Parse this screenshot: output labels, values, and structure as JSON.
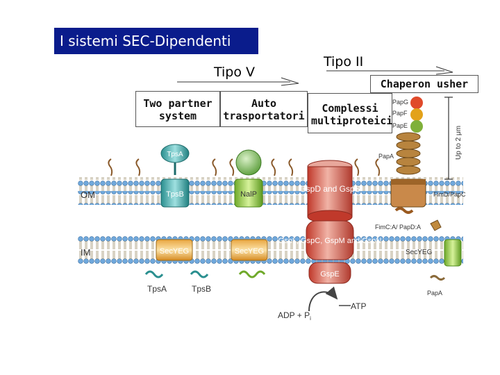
{
  "title": "I sistemi SEC-Dipendenti",
  "headers": {
    "tipo_v": "Tipo V",
    "tipo_ii": "Tipo II"
  },
  "boxes": {
    "two_partner": "Two partner system",
    "auto": "Auto trasportatori",
    "complessi": "Complessi multiproteici",
    "chaperon": "Chaperon usher"
  },
  "diagram": {
    "om": "OM",
    "im": "IM",
    "tpsa_top": "TpsA",
    "tpsb_om": "TpsB",
    "nalp": "NalP",
    "secyeg_1": "SecYEG",
    "secyeg_2": "SecYEG",
    "secyeg_3": "SecYEG",
    "tpsa_bottom": "TpsA",
    "tpsb_bottom": "TpsB",
    "gsp_ds": "GspD and GspS",
    "gsp_lcmn": "GspL, GspC, GspM and GspN",
    "gsp_e": "GspE",
    "atp": "ATP",
    "adp": "ADP + P",
    "pi_sub": "i",
    "pap_g": "PapG",
    "pap_f": "PapF",
    "pap_e": "PapE",
    "pap_a": "PapA",
    "up_to": "Up to 2 μm",
    "fimd": "FimD/PapC",
    "fimc": "FimC:A/ PapD:A",
    "papa2": "PapA"
  }
}
